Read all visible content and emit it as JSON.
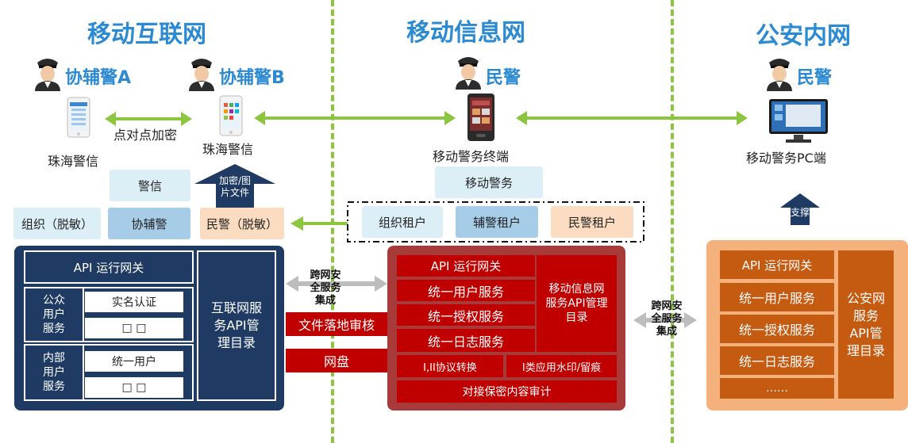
{
  "titles": {
    "internet": "移动互联网",
    "mobile_info": "移动信息网",
    "police_intranet": "公安内网"
  },
  "roles": {
    "aux_a": "协辅警A",
    "aux_b": "协辅警B",
    "police_mid": "民警",
    "police_right": "民警"
  },
  "devices": {
    "zhuhai_a": "珠海警信",
    "zhuhai_b": "珠海警信",
    "mobile_terminal": "移动警务终端",
    "pc_terminal": "移动警务PC端"
  },
  "labels": {
    "p2p": "点对点加密",
    "encrypt_upload": "加密/图片文件",
    "support": "支撑",
    "cross_left": "跨网安全服务集成",
    "cross_right": "跨网安全服务集成"
  },
  "tenant_boxes": {
    "jingxin": "警信",
    "org_desensitized": "组织（脱敏）",
    "aux_police": "协辅警",
    "police_desensitized": "民警（脱敏）",
    "mobile_police": "移动警务",
    "org_tenant": "组织租户",
    "aux_tenant": "辅警租户",
    "police_tenant": "民警租户"
  },
  "internet_panel": {
    "gateway": "API 运行网关",
    "public_user_service": "公众用户服务",
    "realname_auth": "实名认证",
    "public_item2": "□ □",
    "internal_user_service": "内部用户服务",
    "unified_user": "统一用户",
    "internal_item2": "□ □",
    "api_catalog": "互联网服务API管理目录"
  },
  "middle_services": {
    "file_audit": "文件落地审核",
    "netdisk": "网盘"
  },
  "mobile_panel": {
    "gateway": "API 运行网关",
    "user_service": "统一用户服务",
    "auth_service": "统一授权服务",
    "log_service": "统一日志服务",
    "api_catalog": "移动信息网服务API管理目录",
    "protocol_convert": "I,II协议转换",
    "watermark": "I类应用水印/留痕",
    "secret_audit": "对接保密内容审计"
  },
  "intranet_panel": {
    "gateway": "API 运行网关",
    "user_service": "统一用户服务",
    "auth_service": "统一授权服务",
    "log_service": "统一日志服务",
    "more": "……",
    "api_catalog": "公安网服务API管理目录"
  },
  "colors": {
    "title_blue": "#2b8ad1",
    "divider_green": "#8cc63f",
    "navy": "#1f3b63",
    "red": "#c00000",
    "orange": "#c55a11"
  }
}
